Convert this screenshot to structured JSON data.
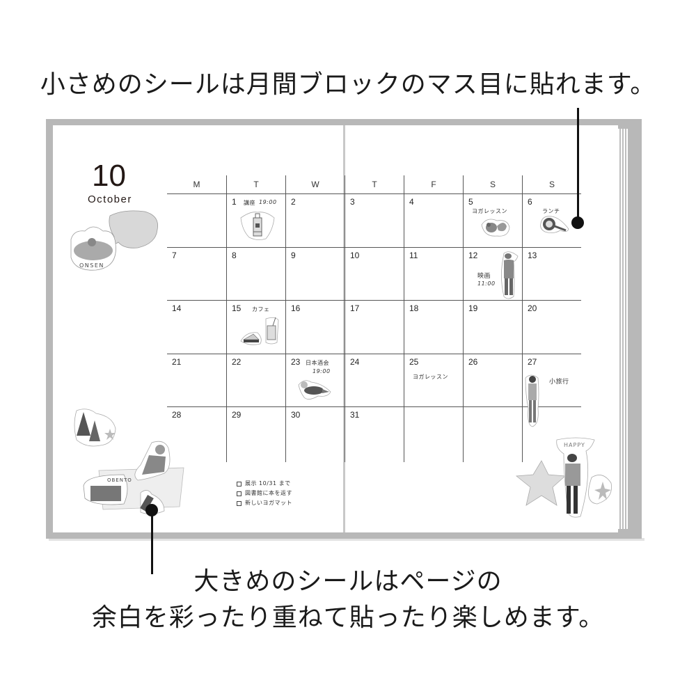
{
  "captions": {
    "top": "小さめのシールは月間ブロックのマス目に貼れます。",
    "bottom_line1": "大きめのシールはページの",
    "bottom_line2": "余白を彩ったり重ねて貼ったり楽しめます。"
  },
  "calendar": {
    "month_number": "10",
    "month_name": "October",
    "weekdays": [
      "M",
      "T",
      "W",
      "T",
      "F",
      "S",
      "S"
    ],
    "weeks": [
      [
        "",
        "1",
        "2",
        "3",
        "4",
        "5",
        "6"
      ],
      [
        "7",
        "8",
        "9",
        "10",
        "11",
        "12",
        "13"
      ],
      [
        "14",
        "15",
        "16",
        "17",
        "18",
        "19",
        "20"
      ],
      [
        "21",
        "22",
        "23",
        "24",
        "25",
        "26",
        "27"
      ],
      [
        "28",
        "29",
        "30",
        "31",
        "",
        "",
        ""
      ]
    ],
    "events": {
      "oct1": {
        "label": "講座",
        "time": "19:00"
      },
      "oct5": {
        "label": "ヨガレッスン"
      },
      "oct6": {
        "label": "ランチ"
      },
      "oct12": {
        "label": "映画",
        "time": "11:00"
      },
      "oct15": {
        "label": "カフェ"
      },
      "oct23": {
        "label": "日本酒会",
        "time": "19:00"
      },
      "oct25": {
        "label": "ヨガレッスン"
      },
      "oct27": {
        "label": "小旅行"
      }
    }
  },
  "todo": [
    {
      "text": "展示 10/31 まで"
    },
    {
      "text": "図書館に本を返す"
    },
    {
      "text": "新しいヨガマット"
    }
  ],
  "stickers": {
    "onsen": "ONSEN",
    "obento": "OBENTO",
    "happy": "HAPPY"
  },
  "colors": {
    "book_frame": "#b8b8b8",
    "grid_line": "#555555",
    "text": "#231815",
    "leader": "#111111"
  }
}
